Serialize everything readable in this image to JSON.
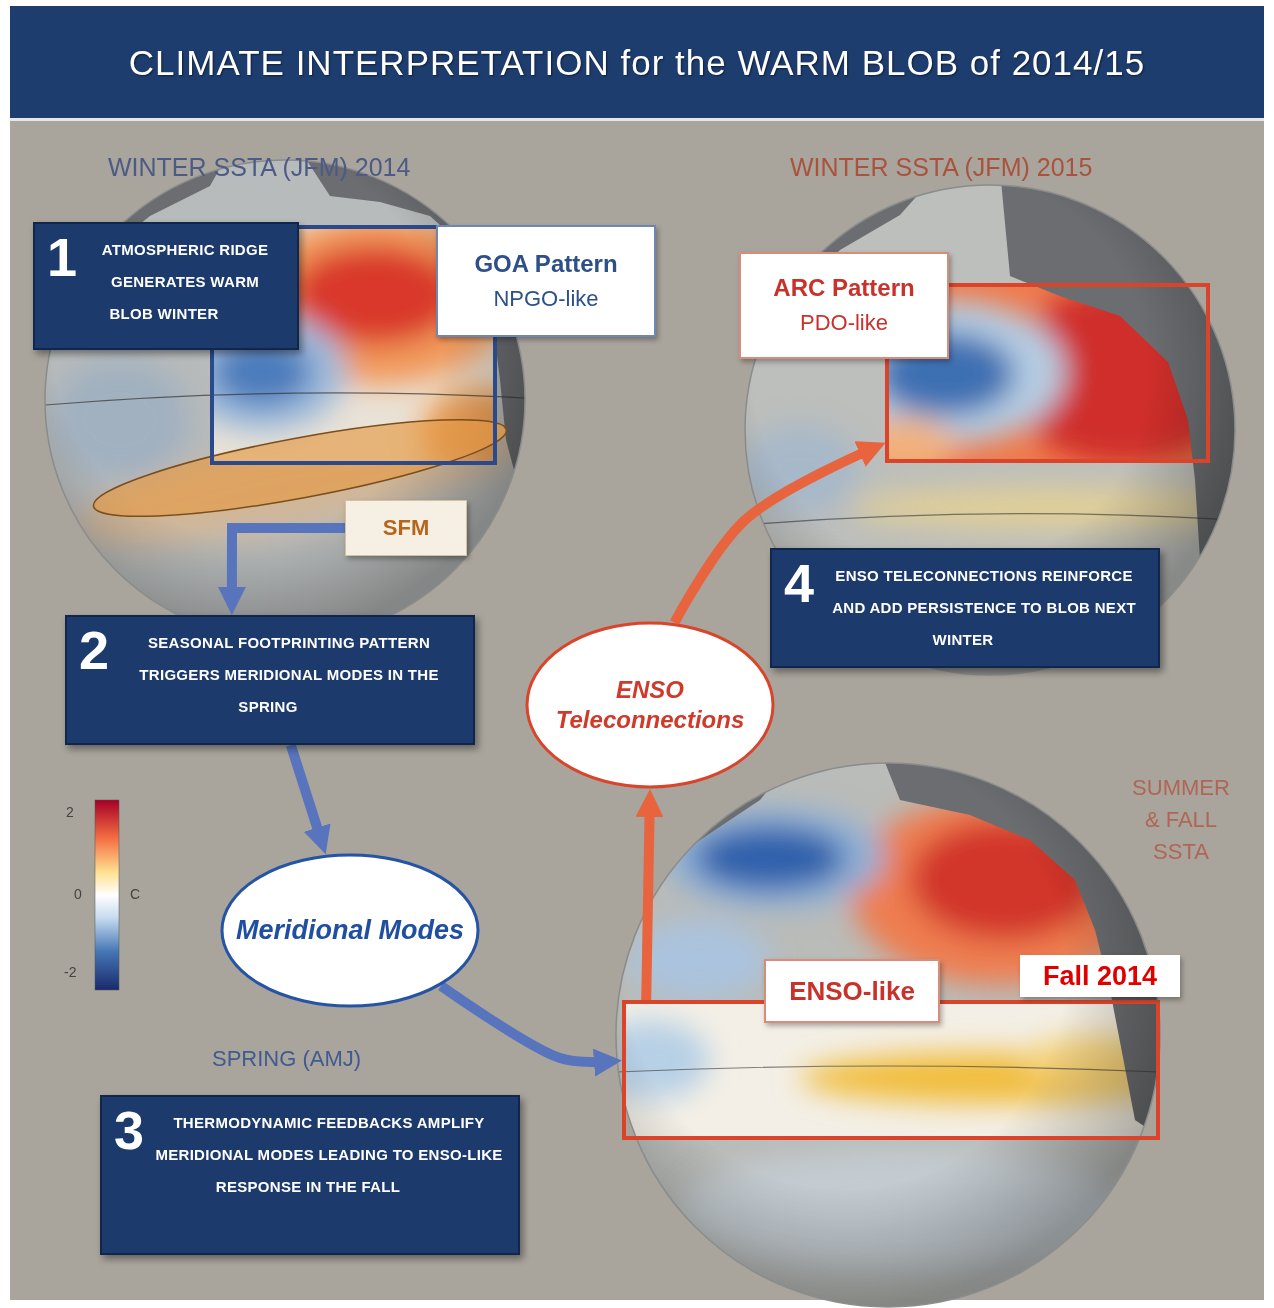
{
  "diagram": {
    "title": "CLIMATE INTERPRETATION for the WARM BLOB of 2014/15",
    "nodes": [
      {
        "text": [
          "1",
          "ATMOSPHERIC RIDGE GENERATES WARM BLOB WINTER"
        ]
      },
      {
        "text": [
          "GOA Pattern",
          "NPGO-like"
        ]
      },
      {
        "text": [
          "SFM"
        ]
      },
      {
        "text": [
          "2",
          "SEASONAL FOOTPRINTING PATTERN TRIGGERS MERIDIONAL MODES IN THE SPRING"
        ]
      },
      {
        "text": [
          "Meridional Modes"
        ]
      },
      {
        "text": [
          "3",
          "THERMODYNAMIC FEEDBACKS AMPLIFY MERIDIONAL MODES LEADING TO ENSO-LIKE RESPONSE IN THE FALL"
        ]
      },
      {
        "text": [
          "ENSO-like"
        ]
      },
      {
        "text": [
          "ENSO Teleconnections"
        ]
      },
      {
        "text": [
          "ARC Pattern",
          "PDO-like"
        ]
      },
      {
        "text": [
          "4",
          "ENSO TELECONNECTIONS REINFORCE AND ADD PERSISTENCE TO BLOB NEXT WINTER"
        ]
      }
    ],
    "edges": [
      {
        "from": 2,
        "to": 3,
        "arrow": "to"
      },
      {
        "from": 3,
        "to": 4,
        "arrow": "to"
      },
      {
        "from": 4,
        "to": 6,
        "arrow": "to"
      },
      {
        "from": 6,
        "to": 7,
        "arrow": "to"
      },
      {
        "from": 7,
        "to": 8,
        "arrow": "to"
      }
    ],
    "labels": [
      "WINTER SSTA (JFM) 2014",
      "WINTER SSTA (JFM) 2015",
      "SUMMER & FALL SSTA",
      "SPRING (AMJ)",
      "Fall 2014",
      "2",
      "0",
      "C",
      "-2"
    ]
  }
}
